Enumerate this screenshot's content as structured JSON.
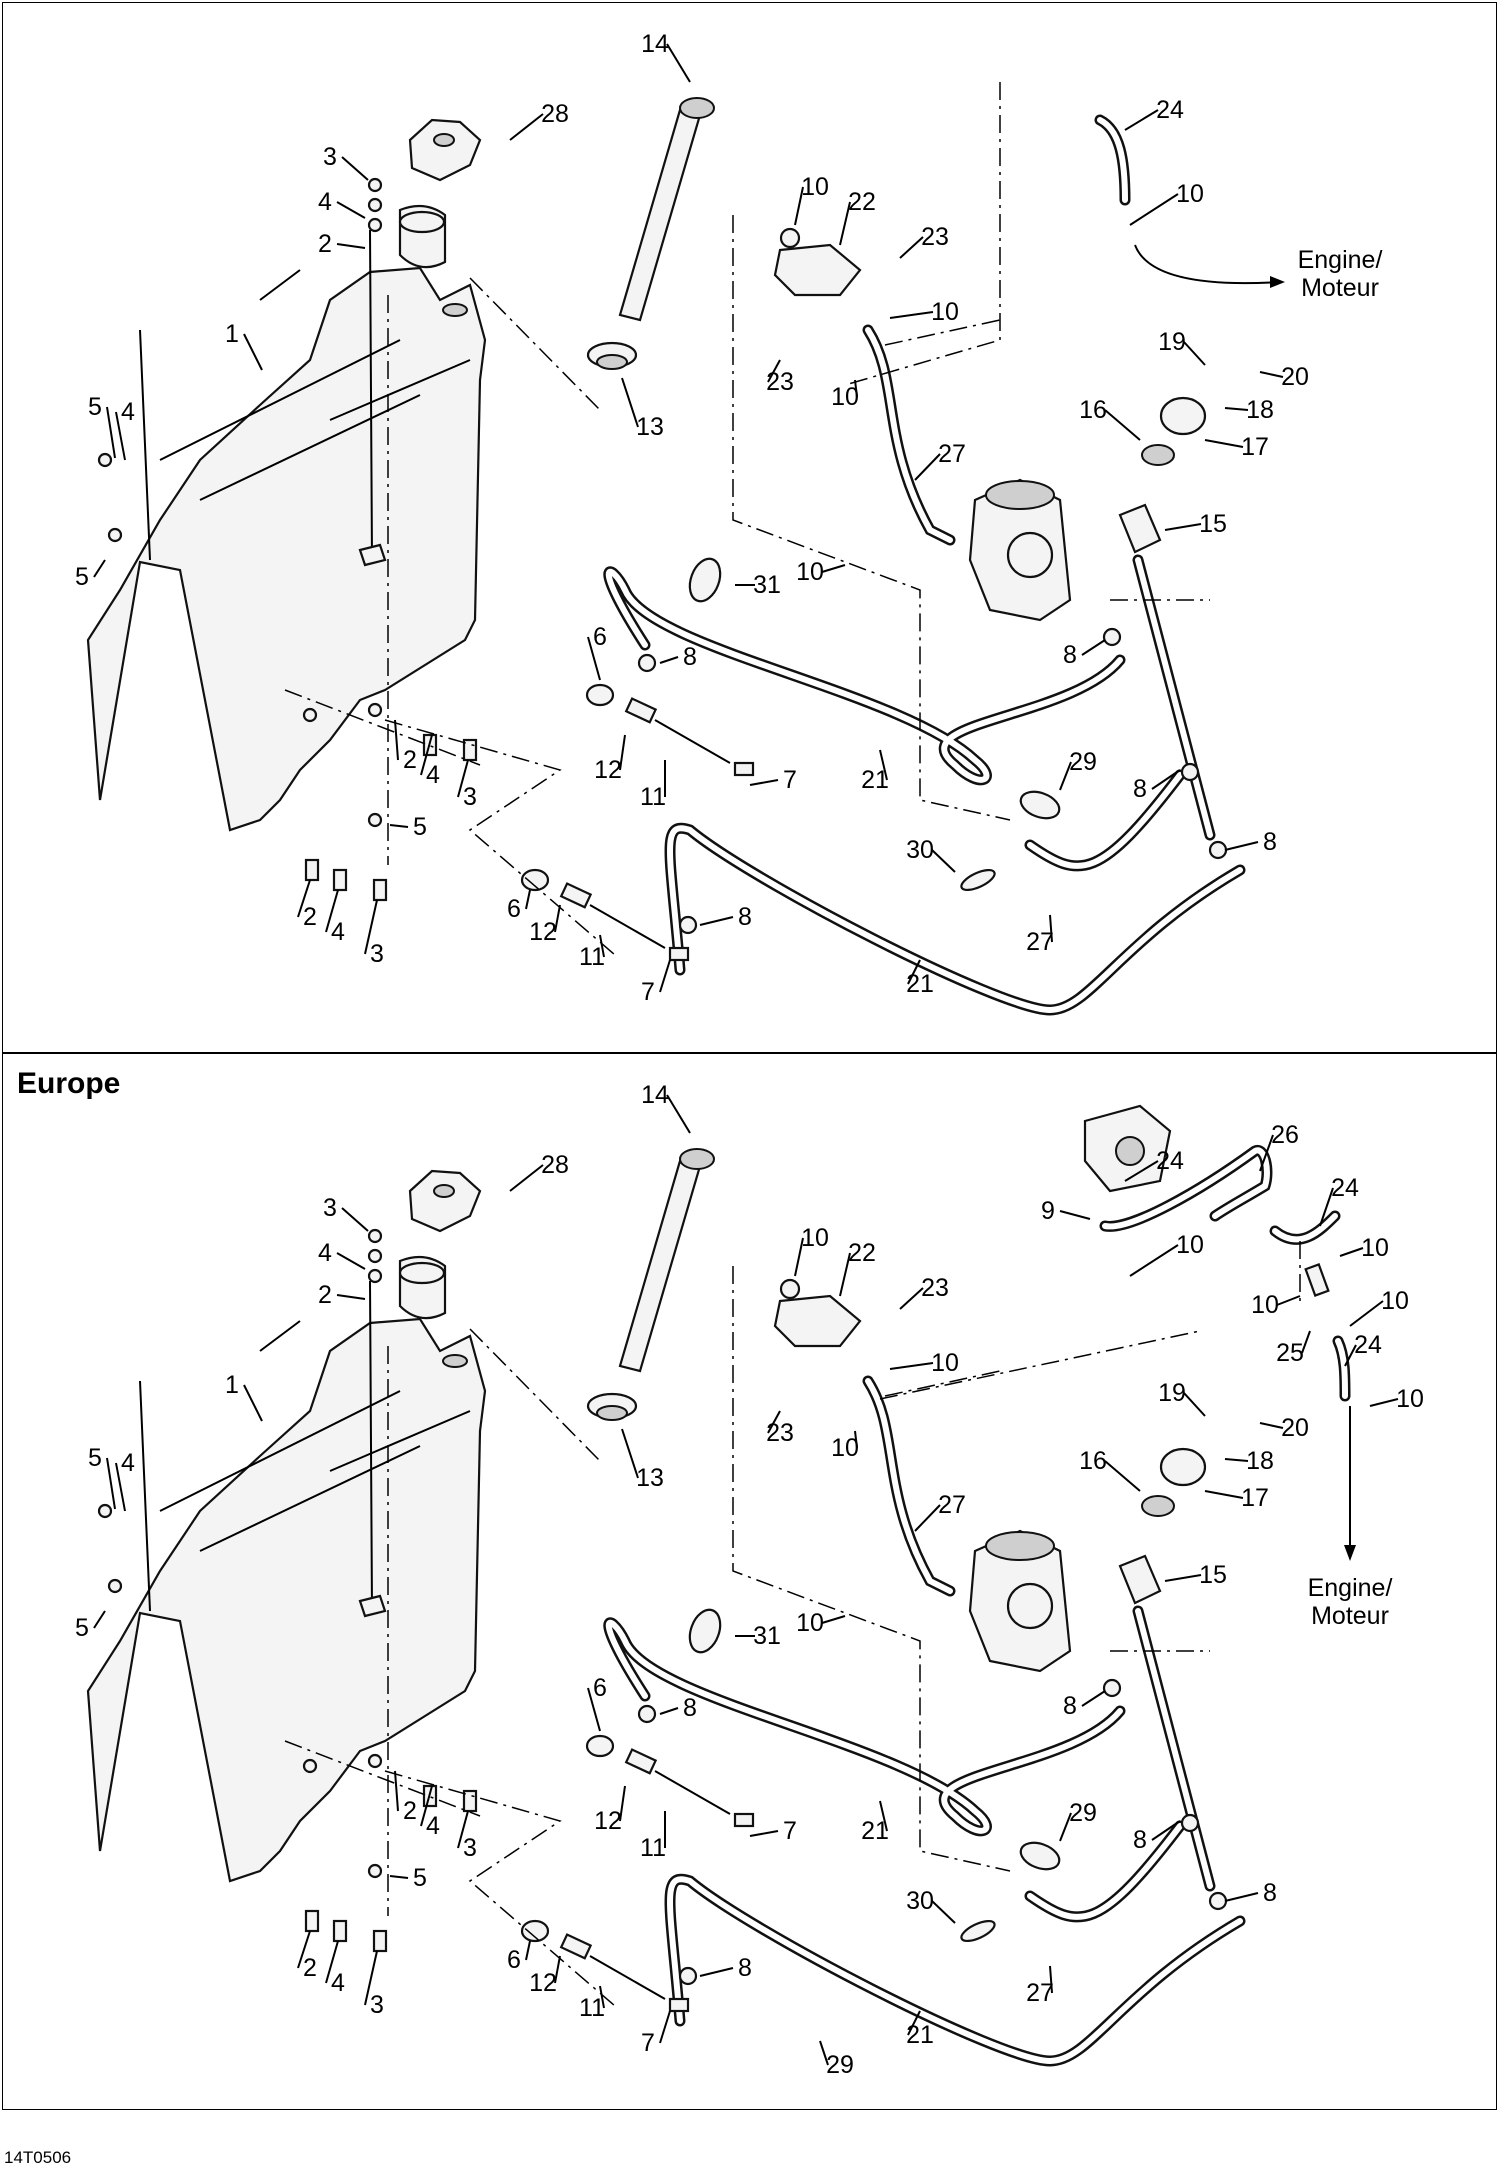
{
  "diagram": {
    "sections": [
      {
        "title": "",
        "destination_line1": "Engine/",
        "destination_line2": "Moteur",
        "labels": [
          "1",
          "2",
          "3",
          "4",
          "5",
          "6",
          "7",
          "8",
          "10",
          "11",
          "12",
          "13",
          "14",
          "15",
          "16",
          "17",
          "18",
          "19",
          "20",
          "21",
          "22",
          "23",
          "24",
          "27",
          "28",
          "29",
          "30",
          "31"
        ]
      },
      {
        "title": "Europe",
        "destination_line1": "Engine/",
        "destination_line2": "Moteur",
        "labels": [
          "1",
          "2",
          "3",
          "4",
          "5",
          "6",
          "7",
          "8",
          "9",
          "10",
          "11",
          "12",
          "13",
          "14",
          "15",
          "16",
          "17",
          "18",
          "19",
          "20",
          "21",
          "22",
          "23",
          "24",
          "25",
          "26",
          "27",
          "28",
          "29",
          "30",
          "31"
        ]
      }
    ],
    "drawing_code": "14T0506"
  }
}
